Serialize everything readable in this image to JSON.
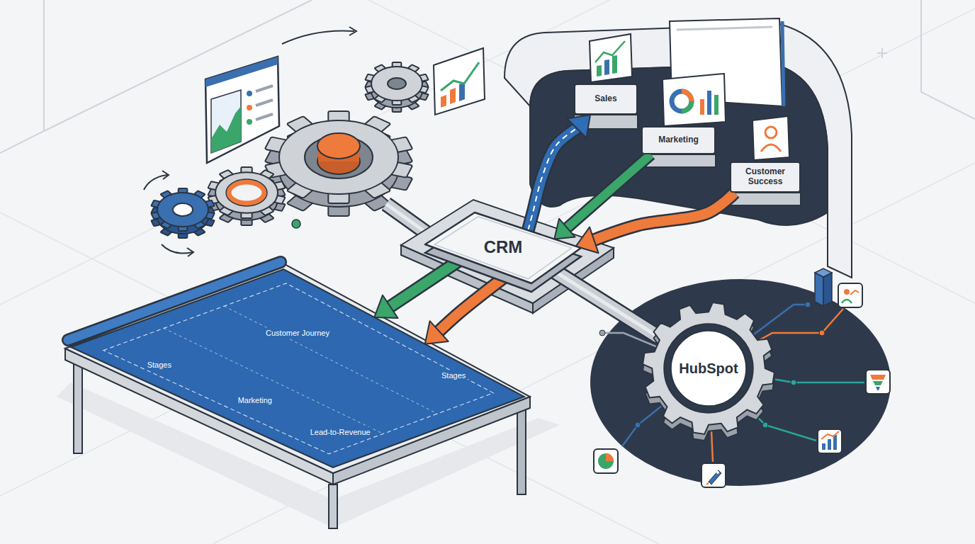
{
  "diagram": {
    "nodes": [
      {
        "text": [
          "Sales"
        ]
      },
      {
        "text": [
          "Marketing"
        ]
      },
      {
        "text": [
          "Customer Success"
        ]
      },
      {
        "text": [
          "CRM"
        ]
      },
      {
        "text": [
          "Customer Journey",
          "Stages",
          "Stages",
          "Marketing",
          "Lead-to-Revenue"
        ]
      },
      {
        "text": [
          "HubSpot"
        ]
      }
    ],
    "edges": [
      {
        "from": 3,
        "to": 0,
        "arrow": "to"
      },
      {
        "from": 1,
        "to": 3,
        "arrow": "to"
      },
      {
        "from": 2,
        "to": 3,
        "arrow": "to"
      },
      {
        "from": 3,
        "to": 4,
        "arrow": "to"
      },
      {
        "from": 3,
        "to": 4,
        "arrow": "to"
      },
      {
        "from": 3,
        "to": 5,
        "arrow": "none"
      }
    ]
  }
}
